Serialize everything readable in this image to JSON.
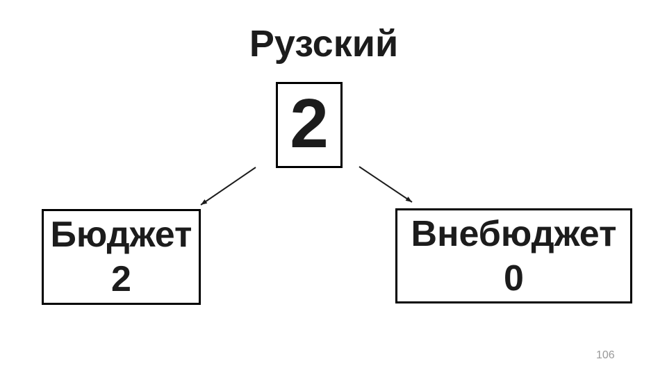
{
  "title": "Рузский",
  "root": {
    "value": "2"
  },
  "children": [
    {
      "label": "Бюджет",
      "value": "2"
    },
    {
      "label": "Внебюджет",
      "value": "0"
    }
  ],
  "page_number": "106",
  "colors": {
    "background": "#ffffff",
    "text": "#1c1c1c",
    "border": "#000000",
    "page_number": "#999999"
  }
}
